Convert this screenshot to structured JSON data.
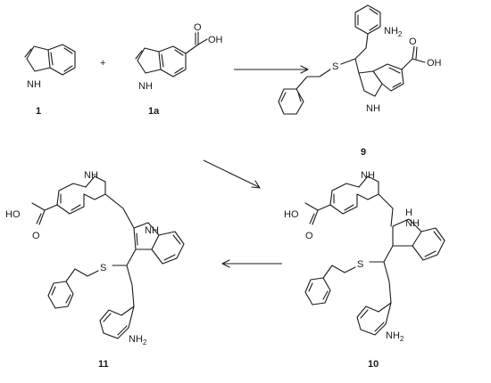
{
  "labels": {
    "c1": "1",
    "c1a": "1a",
    "c9": "9",
    "c10": "10",
    "c11": "11"
  },
  "plus": "+",
  "atoms": {
    "nh": "NH",
    "hn": "H",
    "s": "S",
    "oh_tail": "OH",
    "ho": "HO",
    "o": "O",
    "nh2_base": "NH",
    "nh2_sub": "2"
  }
}
